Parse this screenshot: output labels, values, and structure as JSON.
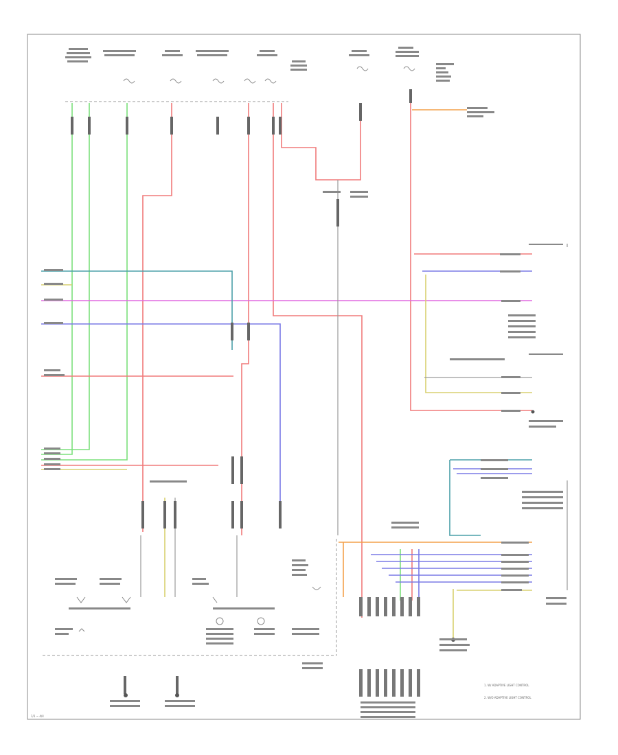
{
  "colors": {
    "green": "#7be07b",
    "red": "#f07a7a",
    "magenta": "#e06ae0",
    "blue": "#7a7ae6",
    "teal": "#4a9fa8",
    "yellow": "#d8d070",
    "orange": "#f4a04a",
    "gray": "#9a9a9a",
    "frame": "#888888"
  },
  "icons": [
    "fuse-icon",
    "ground-icon",
    "splice-icon",
    "bulb-icon",
    "connector-icon"
  ],
  "legend": {
    "item1": "1. W/ ADAPTIVE LIGHT CONTROL",
    "item2": "2. W/O ADAPTIVE LIGHT CONTROL"
  },
  "footer": {
    "page_code": "1/1 ~ 4/4"
  }
}
